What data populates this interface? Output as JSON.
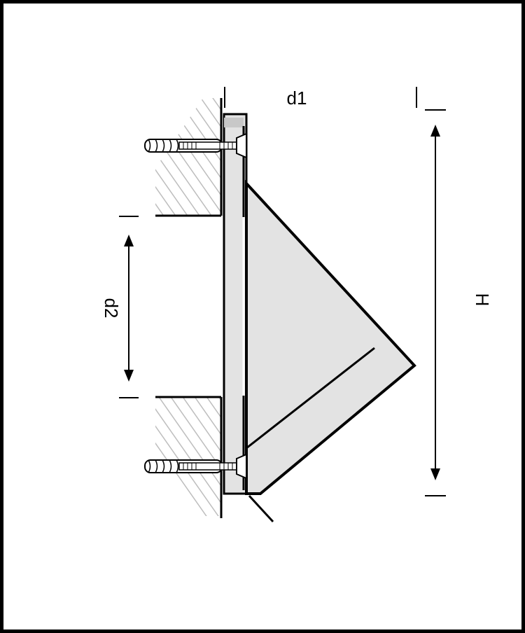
{
  "labels": {
    "d1": "d1",
    "d2": "d2",
    "H": "H"
  },
  "colors": {
    "outline": "#000000",
    "fill_light": "#e3e3e3",
    "fill_mid": "#c8c8c8",
    "hatch": "#bdbdbd",
    "background": "#ffffff"
  }
}
